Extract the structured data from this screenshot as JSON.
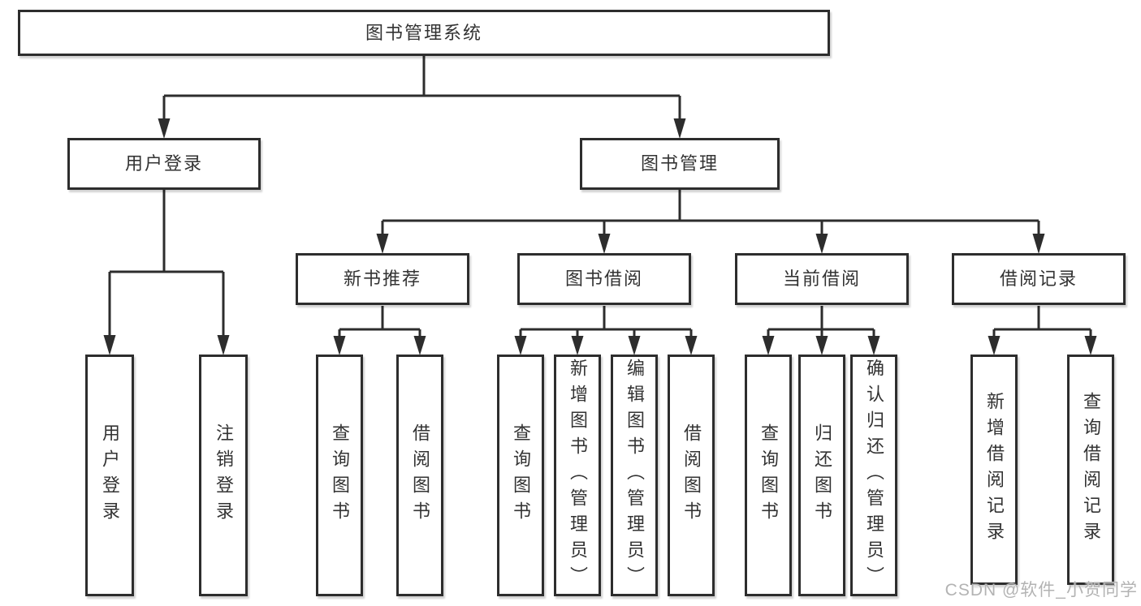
{
  "diagram": {
    "root": "图书管理系统",
    "branches": [
      {
        "label": "用户登录",
        "leaves": [
          "用户登录",
          "注销登录"
        ]
      },
      {
        "label": "图书管理",
        "sections": [
          {
            "label": "新书推荐",
            "leaves": [
              "查询图书",
              "借阅图书"
            ]
          },
          {
            "label": "图书借阅",
            "leaves": [
              "查询图书",
              "新增图书（管理员）",
              "编辑图书（管理员）",
              "借阅图书"
            ]
          },
          {
            "label": "当前借阅",
            "leaves": [
              "查询图书",
              "归还图书",
              "确认归还（管理员）"
            ]
          },
          {
            "label": "借阅记录",
            "leaves": [
              "新增借阅记录",
              "查询借阅记录"
            ]
          }
        ]
      }
    ]
  },
  "watermark": "CSDN @软件_小贺同学",
  "colors": {
    "line": "#2d2d2d",
    "box_border": "#2d2d2d",
    "box_fill": "#ffffff",
    "text": "#333333",
    "watermark": "#b3b3b3",
    "background": "#ffffff"
  }
}
